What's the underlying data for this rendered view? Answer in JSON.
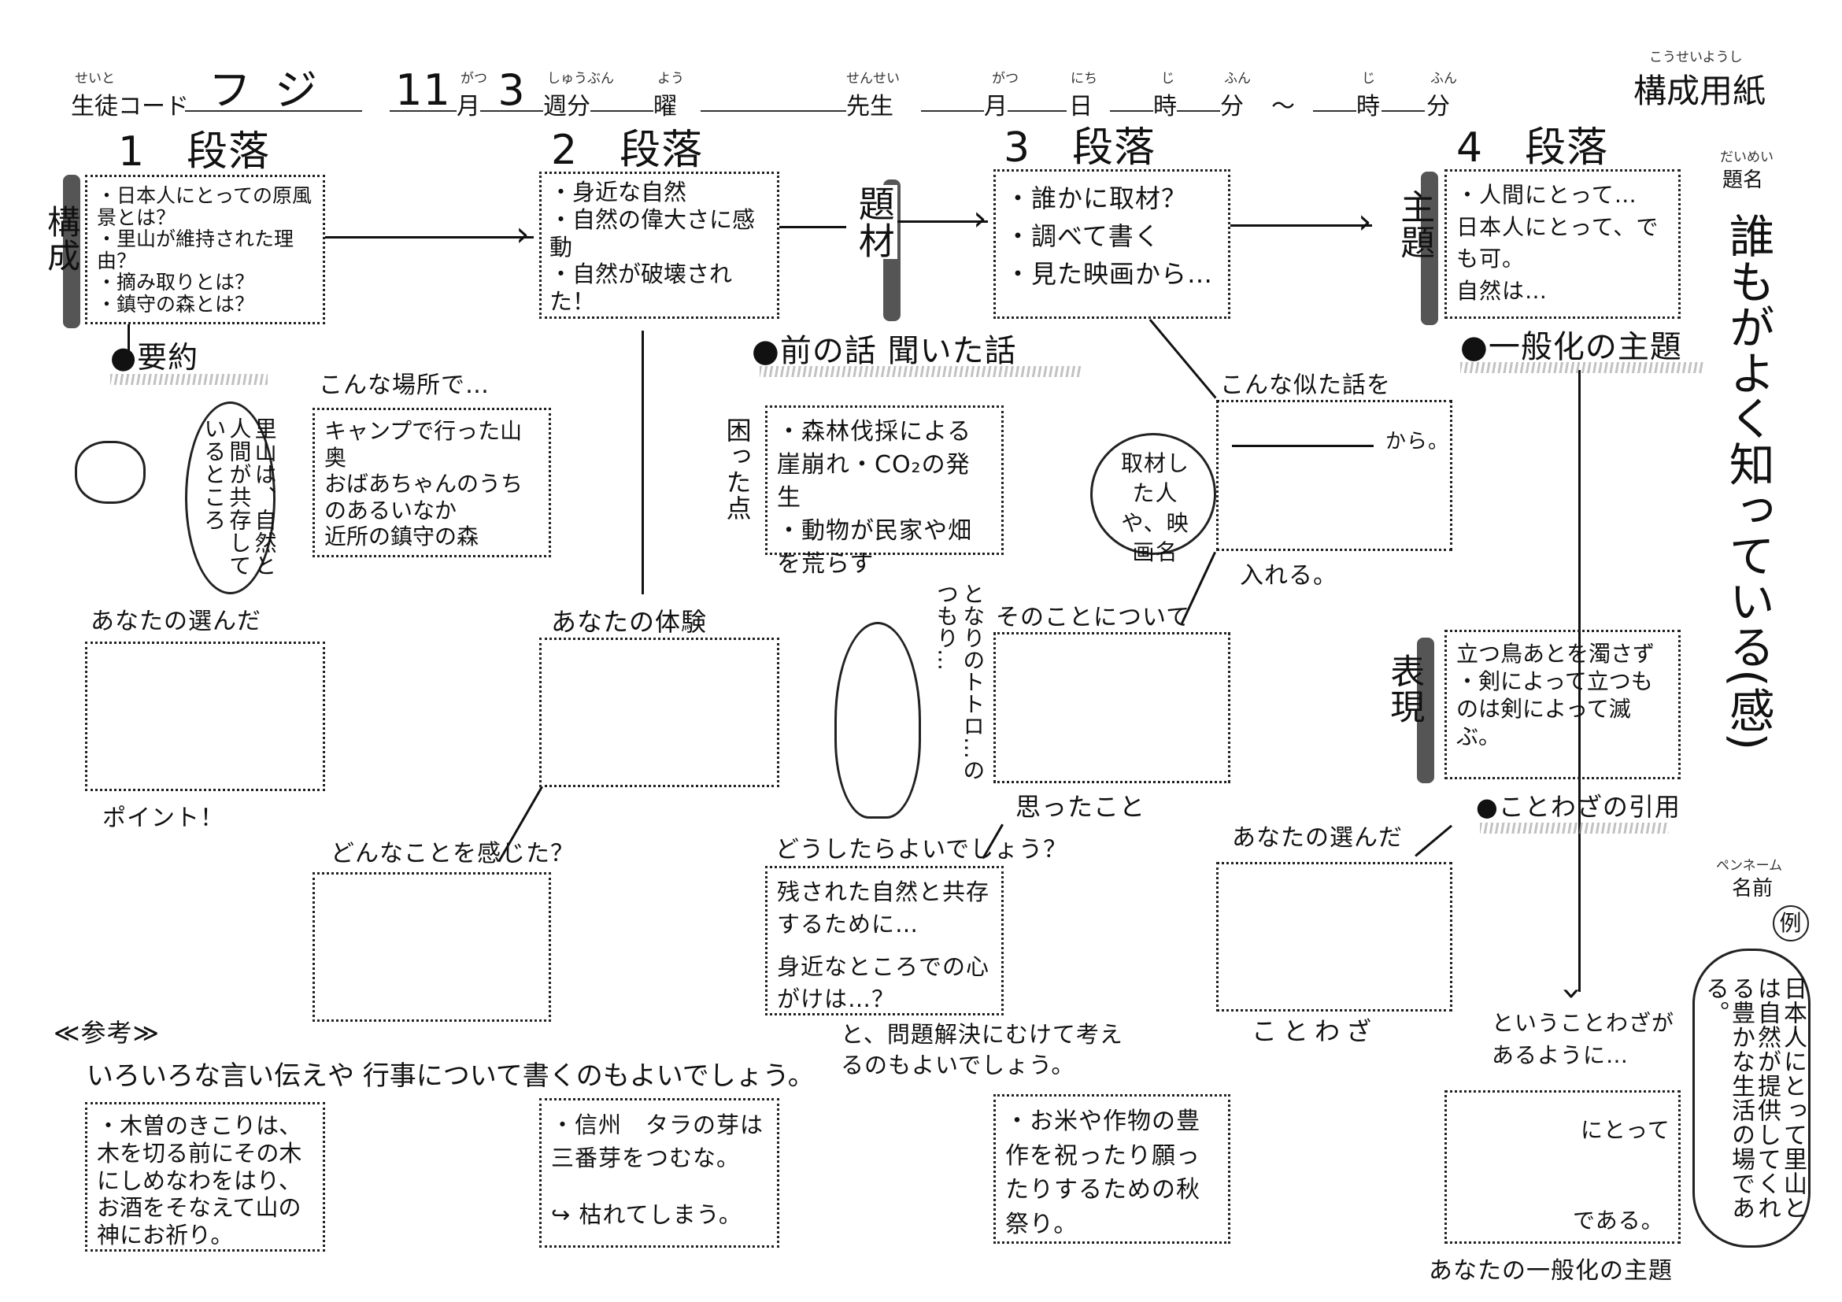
{
  "header": {
    "student_code_ruby": "せいと",
    "student_code_label": "生徒コード",
    "student_code_value": "フジ",
    "month_value": "11",
    "month_ruby": "がつ",
    "month_label": "月",
    "week_value": "3",
    "week_ruby": "しゅうぶん",
    "week_label": "週分",
    "weekday_ruby": "よう",
    "weekday_label": "曜",
    "teacher_ruby": "せんせい",
    "teacher_label": "先生",
    "date_month_ruby": "がつ",
    "date_month_label": "月",
    "date_day_ruby": "にち",
    "date_day_label": "日",
    "hour_ruby": "じ",
    "hour_label": "時",
    "minute_ruby": "ふん",
    "minute_label": "分",
    "tilde": "～",
    "hour2_ruby": "じ",
    "hour2_label": "時",
    "minute2_ruby": "ふん",
    "minute2_label": "分",
    "title_ruby": "こうせいようし",
    "title": "構成用紙"
  },
  "paragraphs": [
    {
      "heading": "1　段落",
      "items": [
        "・日本人にとっての原風景とは？",
        "・里山が維持された理由？",
        "・摘み取りとは？",
        "・鎮守の森とは？"
      ]
    },
    {
      "heading": "2　段落",
      "items": [
        "・身近な自然",
        "・自然の偉大さに感動",
        "・自然が破壊された！"
      ]
    },
    {
      "heading": "3　段落",
      "items": [
        "・誰かに取材？",
        "・調べて書く",
        "・見た映画から…"
      ]
    },
    {
      "heading": "4　段落",
      "items": [
        "・人間にとって…",
        "日本人にとって、でも可。",
        "自然は…"
      ]
    }
  ],
  "side_labels": {
    "structure": "構成",
    "material": "題材",
    "theme": "主題",
    "expression": "表現"
  },
  "summary": {
    "label": "●要約",
    "bubble": "里山は、自然と人間が共存しているところ"
  },
  "place": {
    "label": "こんな場所で…",
    "items": [
      "キャンプで行った山奥",
      "おばあちゃんのうちのあるいなか",
      "近所の鎮守の森"
    ]
  },
  "story": {
    "label": "●前の話 聞いた話",
    "problem_label": "困った点",
    "items": [
      "・森林伐採による崖崩れ・CO₂の発生",
      "・動物が民家や畑を荒らす"
    ]
  },
  "similar": {
    "label": "こんな似た話を",
    "from": "から。",
    "bubble": "取材した人や、映画名",
    "insert": "入れる。"
  },
  "general_theme": {
    "label": "●一般化の主題"
  },
  "row3": {
    "chosen": "あなたの選んだ",
    "point": "ポイント！",
    "experience": "あなたの体験",
    "about": "そのことについて",
    "thought": "思ったこと",
    "totoro": "となりのトトロ…のつもり…"
  },
  "expression": {
    "items": [
      "立つ鳥あとを濁さず",
      "・剣によって立つものは剣によって滅ぶ。"
    ],
    "quote_label": "●ことわざの引用"
  },
  "row4": {
    "felt": "どんなことを感じた？",
    "what_to_do": "どうしたらよいでしょう？",
    "what_items": [
      "残された自然と共存するために…",
      "身近なところでの心がけは…？"
    ],
    "chosen": "あなたの選んだ",
    "proverb": "ことわざ",
    "solve": "と、問題解決にむけて考えるのもよいでしょう。",
    "proverb_exists": "ということわざがあるように…"
  },
  "title_col": {
    "ruby": "だいめい",
    "label": "題名",
    "value": "誰もがよく知っている(感)",
    "pen_ruby": "ペンネーム",
    "pen_label": "名前",
    "example_mark": "例",
    "example": "日本人にとって里山とは自然が提供してくれる豊かな生活の場である。"
  },
  "reference": {
    "label": "≪参考≫",
    "intro": "いろいろな言い伝えや 行事について書くのもよいでしょう。",
    "boxes": [
      "・木曽のきこりは、木を切る前にその木にしめなわをはり、お酒をそなえて山の神にお祈り。",
      "・信州　タラの芽は三番芽をつむな。",
      "↪ 枯れてしまう。",
      "・お米や作物の豊作を祝ったり願ったりするための秋祭り。"
    ],
    "general_for": "にとって",
    "general_is": "である。",
    "general_label": "あなたの一般化の主題"
  }
}
